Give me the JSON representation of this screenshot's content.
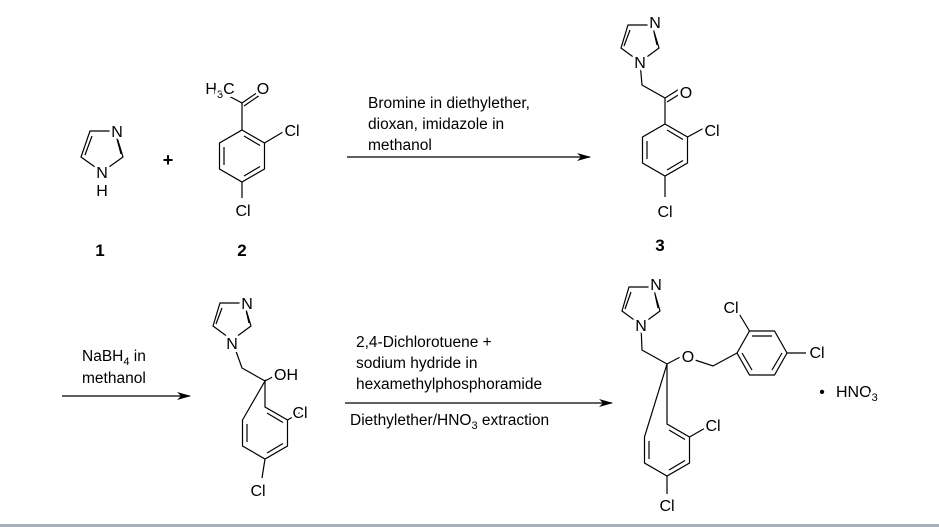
{
  "compounds": {
    "c1": {
      "number": "1",
      "atoms": {
        "n3": "N",
        "n1": "N",
        "h": "H"
      }
    },
    "c2": {
      "number": "2",
      "atoms": {
        "h3c_h": "H",
        "h3c_3": "3",
        "h3c_c": "C",
        "o": "O",
        "c": "C",
        "cl2": "Cl",
        "cl4": "Cl"
      }
    },
    "c3": {
      "number": "3",
      "atoms": {
        "n3": "N",
        "n1": "N",
        "o": "O",
        "cl2": "Cl",
        "cl4": "Cl"
      }
    },
    "c4": {
      "atoms": {
        "n3": "N",
        "n1": "N",
        "oh": "OH",
        "cl2": "Cl",
        "cl4": "Cl"
      }
    },
    "c5": {
      "atoms": {
        "n3": "N",
        "n1": "N",
        "o": "O",
        "cl_a": "Cl",
        "cl_b": "Cl",
        "cl_c": "Cl",
        "cl_d": "Cl"
      },
      "salt_dot": "•",
      "salt_hno": "HNO",
      "salt_3": "3"
    }
  },
  "plus": "+",
  "step1": {
    "lines": [
      "Bromine in diethylether,",
      "dioxan, imidazole in",
      "methanol"
    ]
  },
  "step2": {
    "line1_a": "NaBH",
    "line1_sub": "4",
    "line1_b": " in",
    "line2": "methanol"
  },
  "step3": {
    "above": [
      "2,4-Dichlorotuene +",
      "sodium hydride in",
      "hexamethylphosphoramide"
    ],
    "below_a": "Diethylether/HNO",
    "below_sub": "3",
    "below_b": " extraction"
  }
}
